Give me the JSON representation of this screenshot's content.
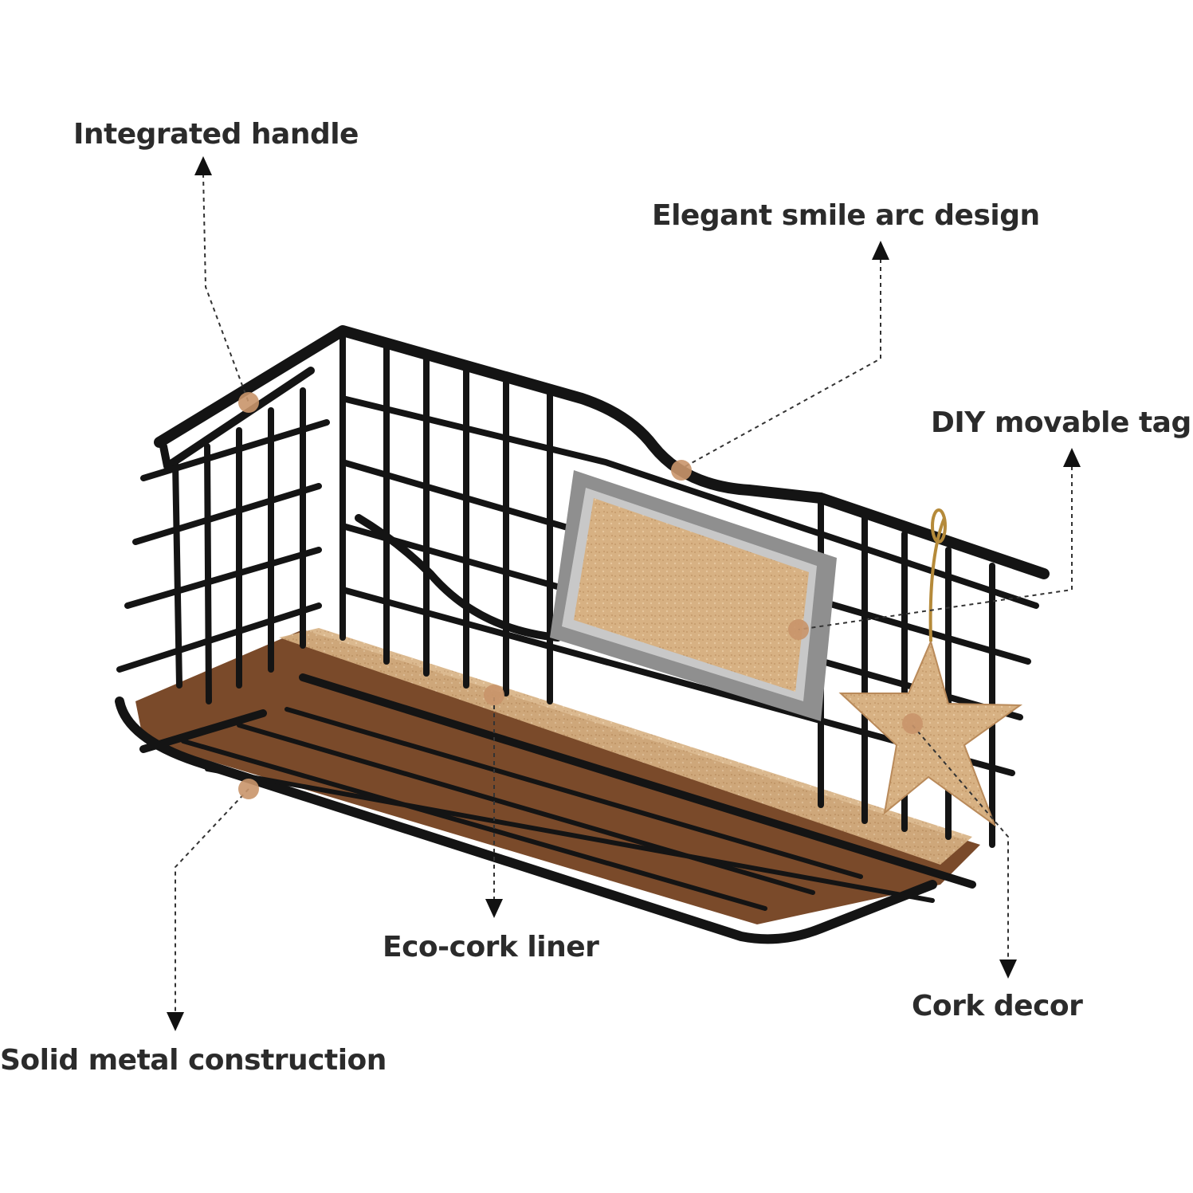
{
  "callouts": {
    "integrated_handle": "Integrated handle",
    "smile_arc": "Elegant smile arc design",
    "movable_tag": "DIY movable tag",
    "cork_liner": "Eco-cork liner",
    "cork_decor": "Cork decor",
    "metal_construction": "Solid metal construction"
  },
  "colors": {
    "background": "#ffffff",
    "wire": "#141414",
    "cork": "#d9b48a",
    "cork_dark": "#b98a5a",
    "tag_frame": "#9a9a9a",
    "marker_dot": "#c9956a",
    "label_text": "#2b2b2b"
  }
}
